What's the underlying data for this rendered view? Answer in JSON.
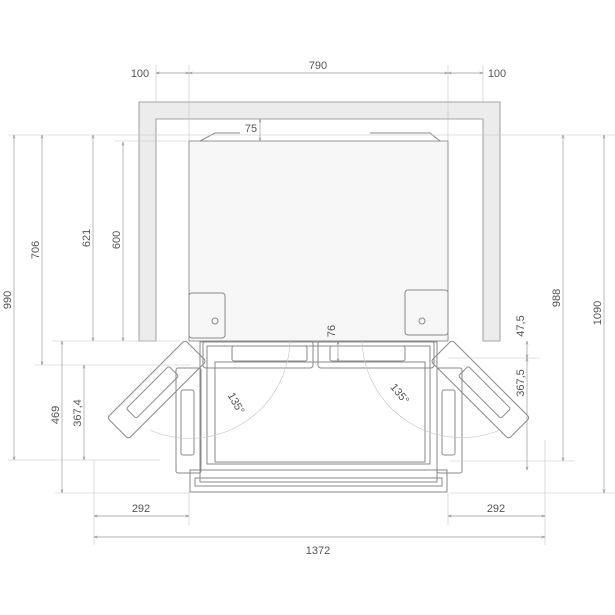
{
  "dimensions": {
    "top_left_gap": "100",
    "top_width": "790",
    "top_right_gap": "100",
    "top_clearance": "75",
    "left_990": "990",
    "left_706": "706",
    "left_621": "621",
    "left_600": "600",
    "left_469": "469",
    "left_367_4": "367,4",
    "center_76": "76",
    "right_47_5": "47,5",
    "right_367_5": "367,5",
    "right_988": "988",
    "right_1090": "1090",
    "angle_left": "135°",
    "angle_right": "135°",
    "bottom_left_292": "292",
    "bottom_right_292": "292",
    "bottom_total": "1372"
  },
  "colors": {
    "line": "#8a8a8a",
    "wall": "#ececec",
    "text": "#555555"
  }
}
